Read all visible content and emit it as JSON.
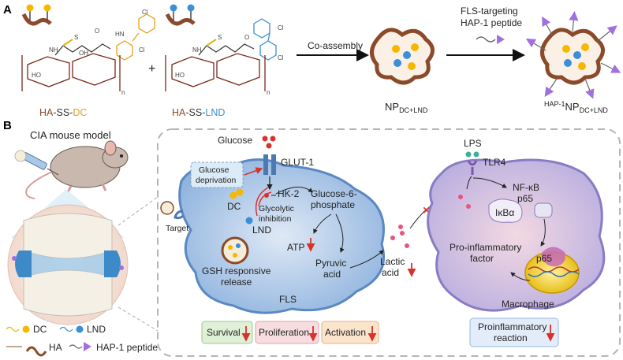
{
  "panels": {
    "a": "A",
    "b": "B"
  },
  "top": {
    "conj1": {
      "ha": "HA",
      "sep1": "-SS-",
      "drug": "DC"
    },
    "conj2": {
      "ha": "HA",
      "sep1": "-SS-",
      "drug": "LND"
    },
    "plus": "+",
    "step1": "Co-assembly",
    "np1": {
      "main": "NP",
      "sub": "DC+LND"
    },
    "peptide_text": [
      "FLS-targeting",
      "HAP-1 peptide"
    ],
    "np2": {
      "sup": "HAP-1",
      "main": "NP",
      "sub": "DC+LND"
    },
    "chem_labels": {
      "cl": "Cl",
      "hn": "HN",
      "o": "O",
      "s": "S",
      "oh": "OH",
      "ho": "HO",
      "nh": "NH",
      "n": "n"
    }
  },
  "model": {
    "title": "CIA mouse model",
    "target": "Target",
    "legend": {
      "dc": "DC",
      "lnd": "LND",
      "ha": "HA",
      "peptide": "HAP-1 peptide"
    }
  },
  "fls": {
    "glucose": "Glucose",
    "glut": "GLUT-1",
    "deprivation": [
      "Glucose",
      "deprivation"
    ],
    "hk2": "HK-2",
    "dc": "DC",
    "lnd": "LND",
    "glycolytic": [
      "Glycolytic",
      "inhibition"
    ],
    "g6p": [
      "Glucose-6-",
      "phosphate"
    ],
    "atp": "ATP",
    "pyruvic": [
      "Pyruvic",
      "acid"
    ],
    "gsh": [
      "GSH responsive",
      "release"
    ],
    "fls": "FLS",
    "lactic": [
      "Lactic",
      "acid"
    ]
  },
  "macrophage": {
    "lps": "LPS",
    "tlr4": "TLR4",
    "nfkb": [
      "NF-κB",
      "p65"
    ],
    "ikb": "IκBα",
    "p65": "p65",
    "proinf": [
      "Pro-inflammatory",
      "factor"
    ],
    "name": "Macrophage"
  },
  "outcomes": {
    "survival": "Survival",
    "proliferation": "Proliferation",
    "activation": "Activation",
    "reaction": [
      "Proinflammatory",
      "reaction"
    ]
  },
  "colors": {
    "ha": "#8b4a2a",
    "dc": "#f5b800",
    "lnd": "#3b8fd6",
    "peptide": "#a070e0",
    "fls_cell": "#8fb3de",
    "macrophage": "#b9aee0",
    "arrow_red": "#d8322a"
  }
}
